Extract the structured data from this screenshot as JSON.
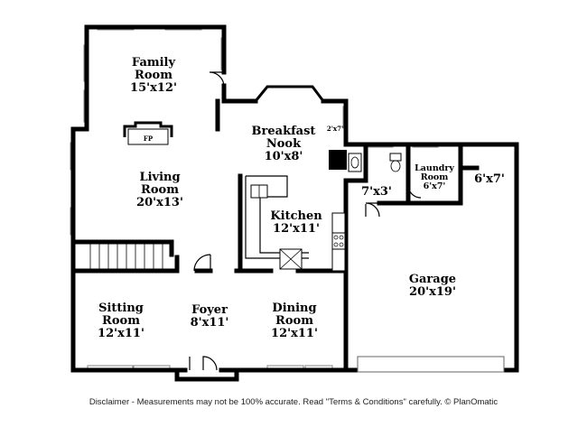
{
  "rooms": {
    "family": {
      "name": "Family",
      "name2": "Room",
      "dim": "15'x12'"
    },
    "breakfast": {
      "name": "Breakfast",
      "name2": "Nook",
      "dim": "10'x8'"
    },
    "nook_bay": {
      "dim": "2'x7'"
    },
    "living": {
      "name": "Living",
      "name2": "Room",
      "dim": "20'x13'"
    },
    "fireplace": {
      "label": "FP"
    },
    "kitchen": {
      "name": "Kitchen",
      "dim": "12'x11'"
    },
    "bath": {
      "dim": "7'x3'"
    },
    "laundry": {
      "name": "Laundry",
      "name2": "Room",
      "dim": "6'x7'"
    },
    "storage": {
      "dim": "6'x7'"
    },
    "garage": {
      "name": "Garage",
      "dim": "20'x19'"
    },
    "sitting": {
      "name": "Sitting",
      "name2": "Room",
      "dim": "12'x11'"
    },
    "foyer": {
      "name": "Foyer",
      "dim": "8'x11'"
    },
    "dining": {
      "name": "Dining",
      "name2": "Room",
      "dim": "12'x11'"
    }
  },
  "disclaimer": "Disclaimer - Measurements may not be 100% accurate. Read \"Terms & Conditions\" carefully. © PlanOmatic"
}
